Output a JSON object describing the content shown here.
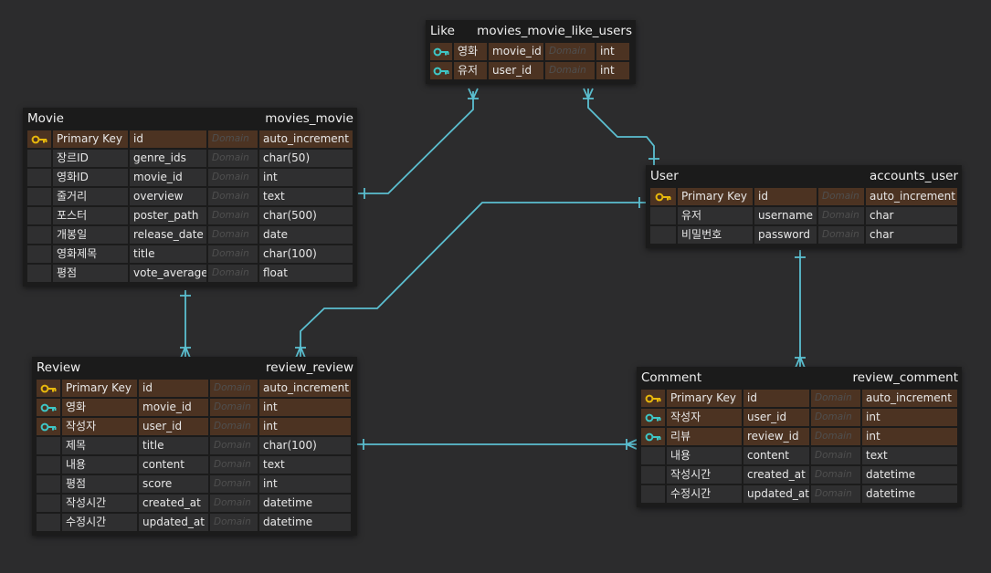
{
  "colors": {
    "background": "#2c2c2d",
    "table_background": "#1b1b1b",
    "row_background": "#2f2f30",
    "key_row_background": "#4c3322",
    "primary_key_icon": "#e8b80c",
    "foreign_key_icon": "#3ec6c6",
    "connector": "#5bbfd0"
  },
  "entities": {
    "like": {
      "label": "Like",
      "table": "movies_movie_like_users",
      "rows": [
        {
          "icon": "foreign-key-icon",
          "name": "영화",
          "column": "movie_id",
          "domain": "Domain",
          "type": "int"
        },
        {
          "icon": "foreign-key-icon",
          "name": "유저",
          "column": "user_id",
          "domain": "Domain",
          "type": "int"
        }
      ]
    },
    "movie": {
      "label": "Movie",
      "table": "movies_movie",
      "rows": [
        {
          "icon": "primary-key-icon",
          "name": "Primary Key",
          "column": "id",
          "domain": "Domain",
          "type": "auto_increment"
        },
        {
          "icon": "",
          "name": "장르ID",
          "column": "genre_ids",
          "domain": "Domain",
          "type": "char(50)"
        },
        {
          "icon": "",
          "name": "영화ID",
          "column": "movie_id",
          "domain": "Domain",
          "type": "int"
        },
        {
          "icon": "",
          "name": "줄거리",
          "column": "overview",
          "domain": "Domain",
          "type": "text"
        },
        {
          "icon": "",
          "name": "포스터",
          "column": "poster_path",
          "domain": "Domain",
          "type": "char(500)"
        },
        {
          "icon": "",
          "name": "개봉일",
          "column": "release_date",
          "domain": "Domain",
          "type": "date"
        },
        {
          "icon": "",
          "name": "영화제목",
          "column": "title",
          "domain": "Domain",
          "type": "char(100)"
        },
        {
          "icon": "",
          "name": "평점",
          "column": "vote_average",
          "domain": "Domain",
          "type": "float"
        }
      ]
    },
    "user": {
      "label": "User",
      "table": "accounts_user",
      "rows": [
        {
          "icon": "primary-key-icon",
          "name": "Primary Key",
          "column": "id",
          "domain": "Domain",
          "type": "auto_increment"
        },
        {
          "icon": "",
          "name": "유저",
          "column": "username",
          "domain": "Domain",
          "type": "char"
        },
        {
          "icon": "",
          "name": "비밀번호",
          "column": "password",
          "domain": "Domain",
          "type": "char"
        }
      ]
    },
    "review": {
      "label": "Review",
      "table": "review_review",
      "rows": [
        {
          "icon": "primary-key-icon",
          "name": "Primary Key",
          "column": "id",
          "domain": "Domain",
          "type": "auto_increment"
        },
        {
          "icon": "foreign-key-icon",
          "name": "영화",
          "column": "movie_id",
          "domain": "Domain",
          "type": "int"
        },
        {
          "icon": "foreign-key-icon",
          "name": "작성자",
          "column": "user_id",
          "domain": "Domain",
          "type": "int"
        },
        {
          "icon": "",
          "name": "제목",
          "column": "title",
          "domain": "Domain",
          "type": "char(100)"
        },
        {
          "icon": "",
          "name": "내용",
          "column": "content",
          "domain": "Domain",
          "type": "text"
        },
        {
          "icon": "",
          "name": "평점",
          "column": "score",
          "domain": "Domain",
          "type": "int"
        },
        {
          "icon": "",
          "name": "작성시간",
          "column": "created_at",
          "domain": "Domain",
          "type": "datetime"
        },
        {
          "icon": "",
          "name": "수정시간",
          "column": "updated_at",
          "domain": "Domain",
          "type": "datetime"
        }
      ]
    },
    "comment": {
      "label": "Comment",
      "table": "review_comment",
      "rows": [
        {
          "icon": "primary-key-icon",
          "name": "Primary Key",
          "column": "id",
          "domain": "Domain",
          "type": "auto_increment"
        },
        {
          "icon": "foreign-key-icon",
          "name": "작성자",
          "column": "user_id",
          "domain": "Domain",
          "type": "int"
        },
        {
          "icon": "foreign-key-icon",
          "name": "리뷰",
          "column": "review_id",
          "domain": "Domain",
          "type": "int"
        },
        {
          "icon": "",
          "name": "내용",
          "column": "content",
          "domain": "Domain",
          "type": "text"
        },
        {
          "icon": "",
          "name": "작성시간",
          "column": "created_at",
          "domain": "Domain",
          "type": "datetime"
        },
        {
          "icon": "",
          "name": "수정시간",
          "column": "updated_at",
          "domain": "Domain",
          "type": "datetime"
        }
      ]
    }
  },
  "relationships": [
    {
      "from": "movie",
      "to": "like",
      "from_end": "one",
      "to_end": "many"
    },
    {
      "from": "user",
      "to": "like",
      "from_end": "one",
      "to_end": "many"
    },
    {
      "from": "user",
      "to": "review",
      "from_end": "one",
      "to_end": "many"
    },
    {
      "from": "movie",
      "to": "review",
      "from_end": "one",
      "to_end": "many"
    },
    {
      "from": "user",
      "to": "comment",
      "from_end": "one",
      "to_end": "many"
    },
    {
      "from": "review",
      "to": "comment",
      "from_end": "one",
      "to_end": "many"
    }
  ]
}
